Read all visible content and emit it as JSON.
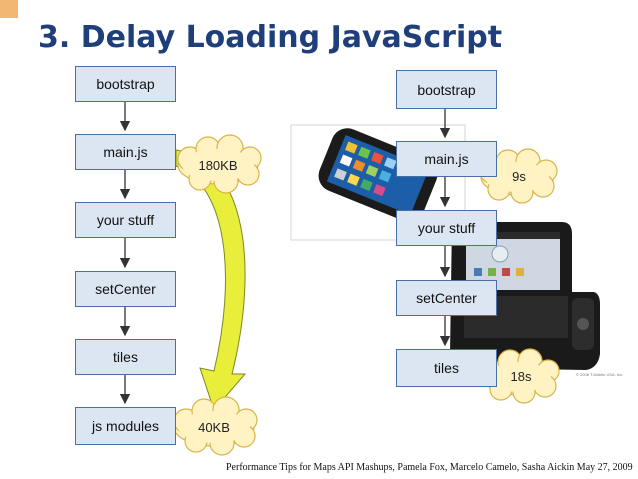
{
  "slide": {
    "title": "3. Delay Loading JavaScript",
    "footer": "Performance Tips for Maps API Mashups, Pamela Fox, Marcelo Camelo, Sasha Aickin May 27, 2009",
    "photo_credit": "© 2008 T-Mobile USA, Inc."
  },
  "left_flow": {
    "boxes": [
      "bootstrap",
      "main.js",
      "your stuff",
      "setCenter",
      "tiles",
      "js modules"
    ],
    "clouds": [
      "180KB",
      "40KB"
    ]
  },
  "right_flow": {
    "boxes": [
      "bootstrap",
      "main.js",
      "your stuff",
      "setCenter",
      "tiles"
    ],
    "clouds": [
      "9s",
      "18s"
    ]
  },
  "colors": {
    "title": "#1f3f7a",
    "box_fill": "#dce6f2",
    "box_border": "#4a6fa5",
    "cloud_fill": "#fff3c4",
    "cloud_border": "#d8b54a",
    "arrow_fill": "#e8ee3a"
  }
}
